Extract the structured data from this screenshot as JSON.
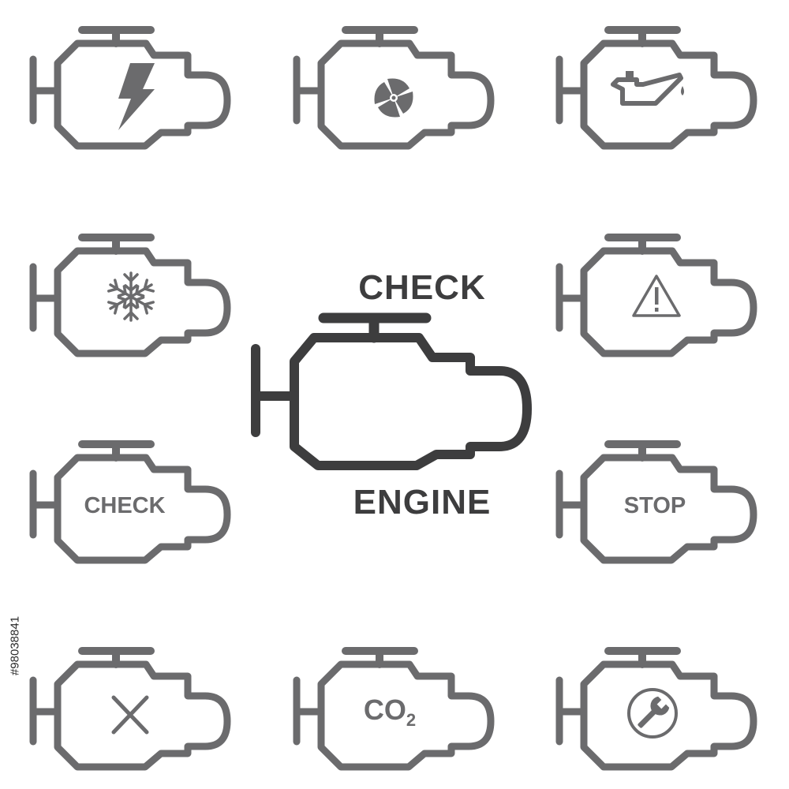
{
  "colors": {
    "icon_gray": "#6b6b6d",
    "main_dark": "#3d3d3e",
    "background": "#ffffff"
  },
  "center": {
    "top_label": "CHECK",
    "bottom_label": "ENGINE"
  },
  "icons": {
    "check_text": "CHECK",
    "stop_text": "STOP",
    "co2_main": "CO",
    "co2_sub": "2"
  },
  "icon_set": [
    "lightning-icon",
    "fan-icon",
    "oil-can-icon",
    "snowflake-icon",
    "warning-triangle-icon",
    "check-text-icon",
    "stop-text-icon",
    "x-mark-icon",
    "co2-text-icon",
    "wrench-circle-icon"
  ],
  "stock_id": "#98038841"
}
